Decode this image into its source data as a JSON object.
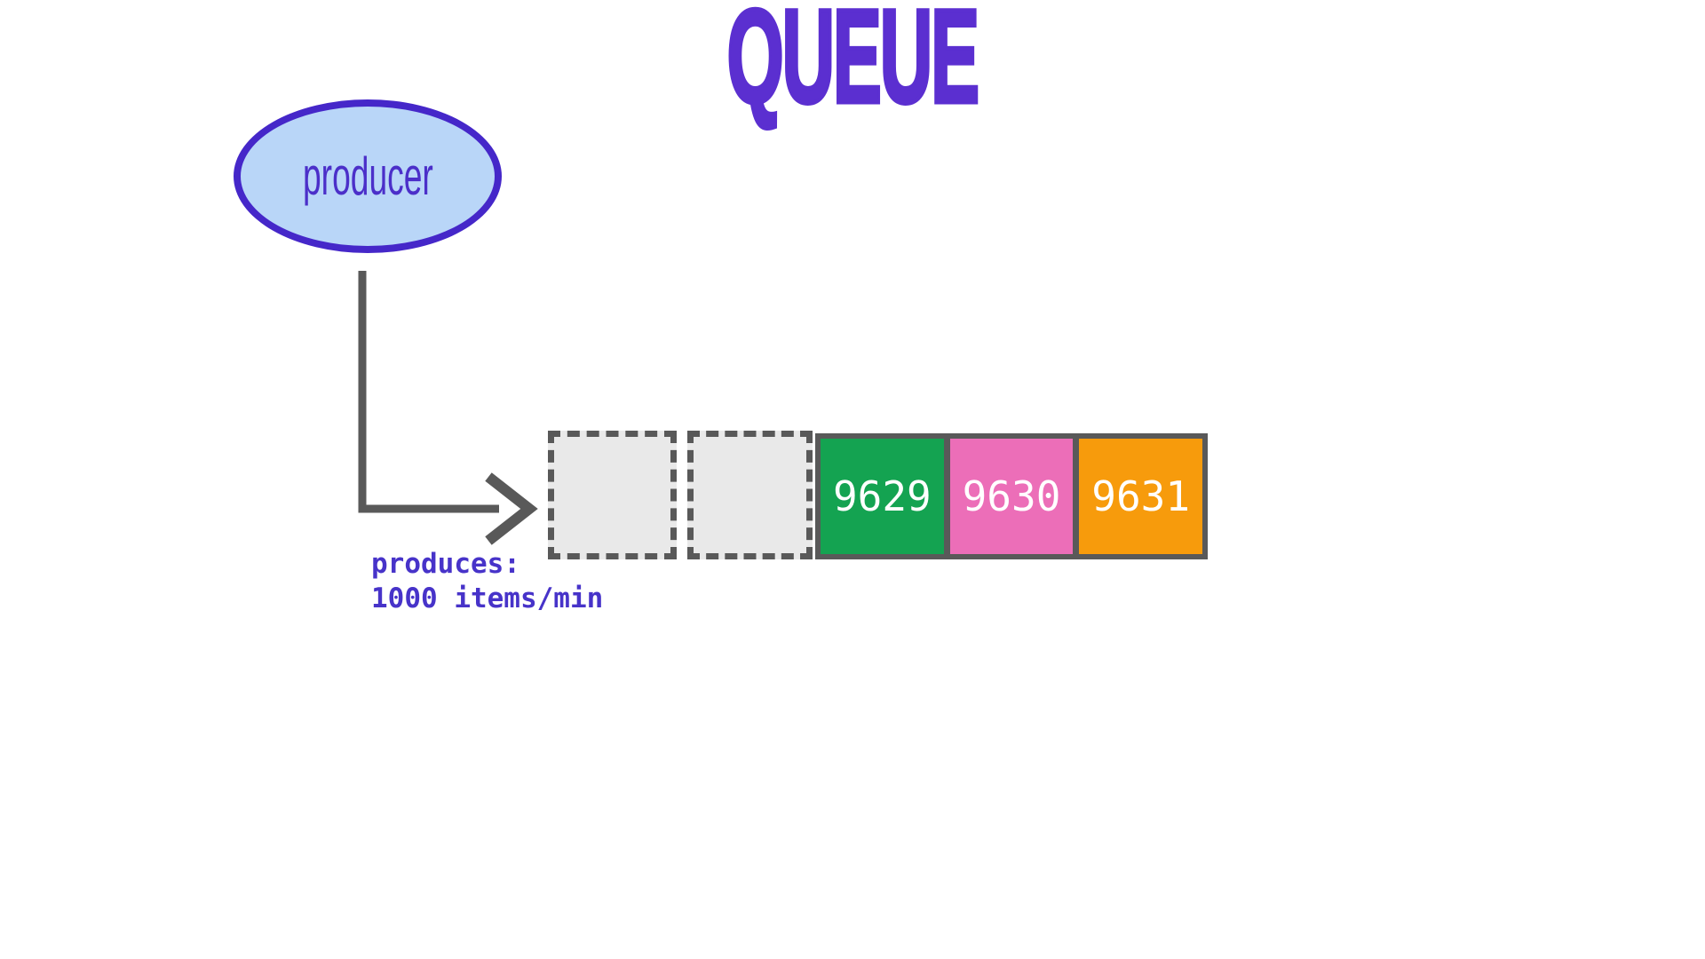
{
  "title": "QUEUE",
  "producer": {
    "label": "producer"
  },
  "producer_arrow": {
    "label_line1": "produces:",
    "label_line2": "1000 items/min"
  },
  "queue": {
    "empty_slot_count": 2,
    "items": [
      {
        "value": "9629",
        "color": "#14a351"
      },
      {
        "value": "9630",
        "color": "#ec6eb8"
      },
      {
        "value": "9631",
        "color": "#f79b0c"
      }
    ]
  },
  "colors": {
    "background": "#ffffff",
    "title": "#5b2fd0",
    "producer_fill": "#b9d6f8",
    "producer_border": "#4527c9",
    "producer_text": "#4b2fc9",
    "arrow": "#595959",
    "rate_label": "#4733c9",
    "empty_slot_fill": "#e9e9e9",
    "slot_border": "#595959",
    "item_text": "#ffffff"
  }
}
